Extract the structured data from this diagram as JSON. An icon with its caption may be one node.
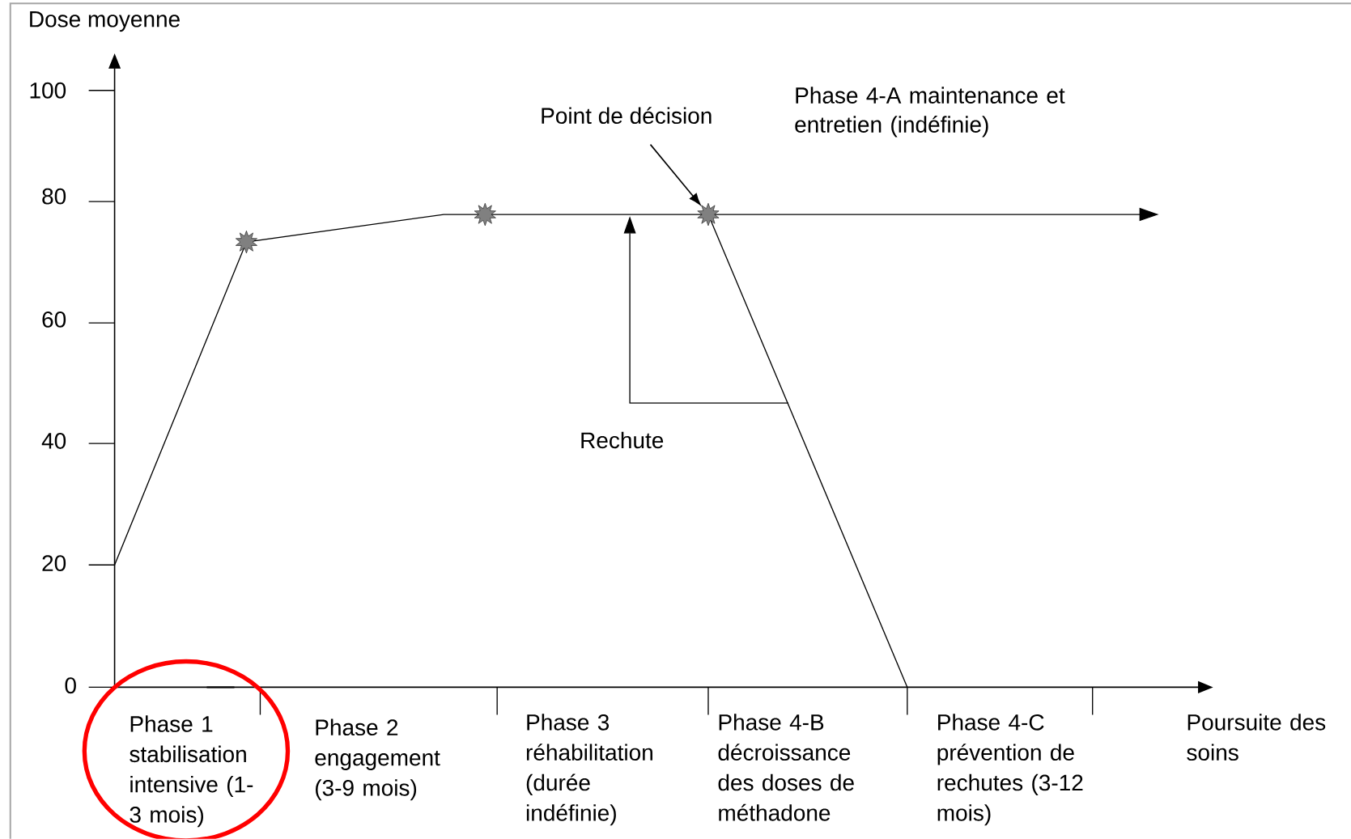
{
  "diagram": {
    "nodes": [
      {
        "text": [],
        "shape": "star"
      },
      {
        "text": [],
        "shape": "star"
      },
      {
        "text": [],
        "shape": "star"
      },
      {
        "text": [
          "Point de décision"
        ]
      }
    ],
    "edges": [
      {
        "from": 3,
        "to": 2,
        "arrow": "to"
      }
    ],
    "labels": [
      "Dose moyenne",
      "100",
      "Phase 4-A maintenance et entretien (indéfinie)",
      "80",
      "60",
      "40",
      "Rechute",
      "20",
      "0",
      "Phase 1 stabilisation intensive (1-3 mois)",
      "Phase 2 engagement (3-9 mois)",
      "Phase 3 réhabilitation (durée indéfinie)",
      "Phase 4-B décroissance des doses de méthadone",
      "Phase 4-C prévention de rechutes (3-12 mois)",
      "Poursuite des soins"
    ]
  }
}
